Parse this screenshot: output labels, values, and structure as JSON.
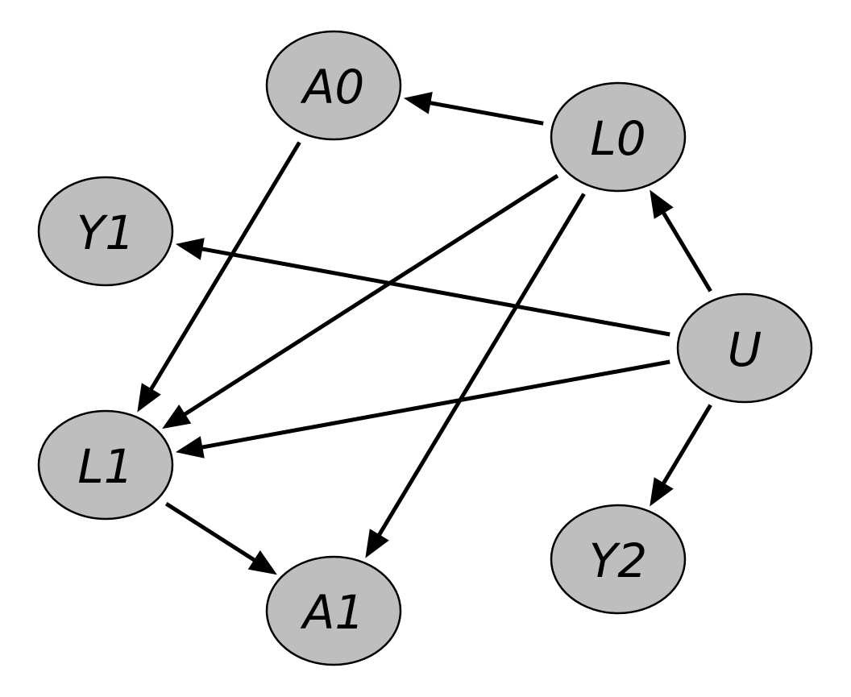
{
  "colors": {
    "node_fill": "#bebebe",
    "node_stroke": "#000000",
    "edge": "#000000",
    "background": "#ffffff"
  },
  "nodes": [
    {
      "id": "A0",
      "label": "A0"
    },
    {
      "id": "L0",
      "label": "L0"
    },
    {
      "id": "Y1",
      "label": "Y1"
    },
    {
      "id": "U",
      "label": "U"
    },
    {
      "id": "L1",
      "label": "L1"
    },
    {
      "id": "A1",
      "label": "A1"
    },
    {
      "id": "Y2",
      "label": "Y2"
    }
  ],
  "edges": [
    {
      "from": "L0",
      "to": "A0"
    },
    {
      "from": "A0",
      "to": "L1"
    },
    {
      "from": "L0",
      "to": "L1"
    },
    {
      "from": "L0",
      "to": "A1"
    },
    {
      "from": "U",
      "to": "L0"
    },
    {
      "from": "U",
      "to": "Y1"
    },
    {
      "from": "U",
      "to": "L1"
    },
    {
      "from": "U",
      "to": "Y2"
    },
    {
      "from": "L1",
      "to": "A1"
    }
  ]
}
